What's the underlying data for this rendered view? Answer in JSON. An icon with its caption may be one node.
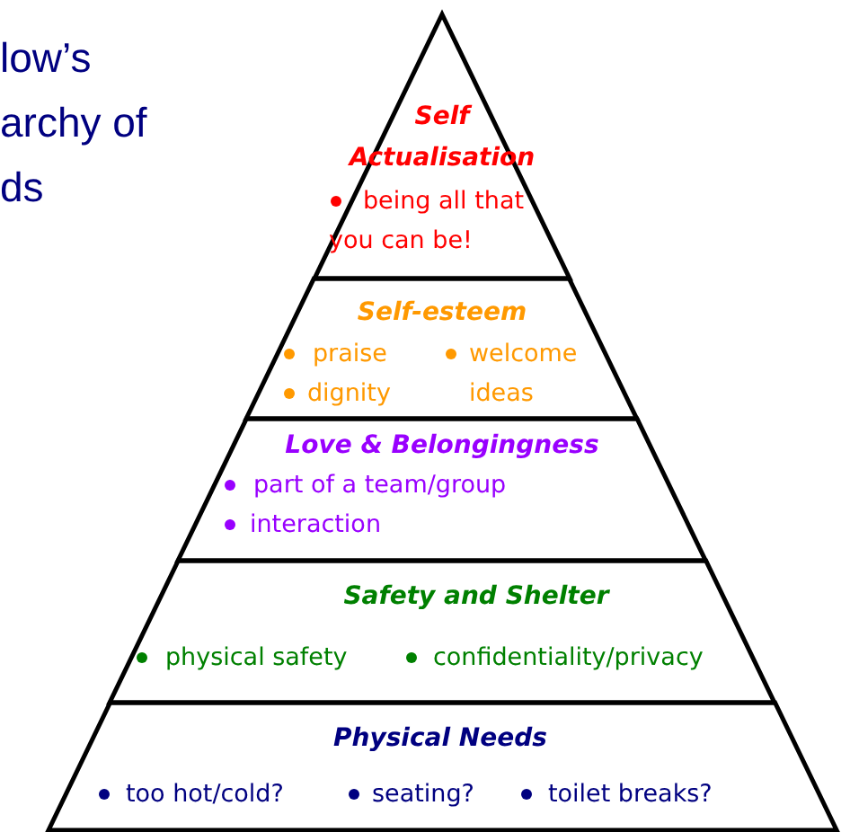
{
  "diagram": {
    "title": "low’s archy of ds",
    "nodes": [
      {
        "text": [
          "Self Actualisation",
          "being all that you can be!"
        ]
      },
      {
        "text": [
          "Self-esteem",
          "praise",
          "welcome ideas",
          "dignity"
        ]
      },
      {
        "text": [
          "Love & Belongingness",
          "part of a team/group",
          "interaction"
        ]
      },
      {
        "text": [
          "Safety and Shelter",
          "physical safety",
          "confidentiality/privacy"
        ]
      },
      {
        "text": [
          "Physical Needs",
          "too hot/cold?",
          "seating?",
          "toilet breaks?"
        ]
      }
    ]
  }
}
